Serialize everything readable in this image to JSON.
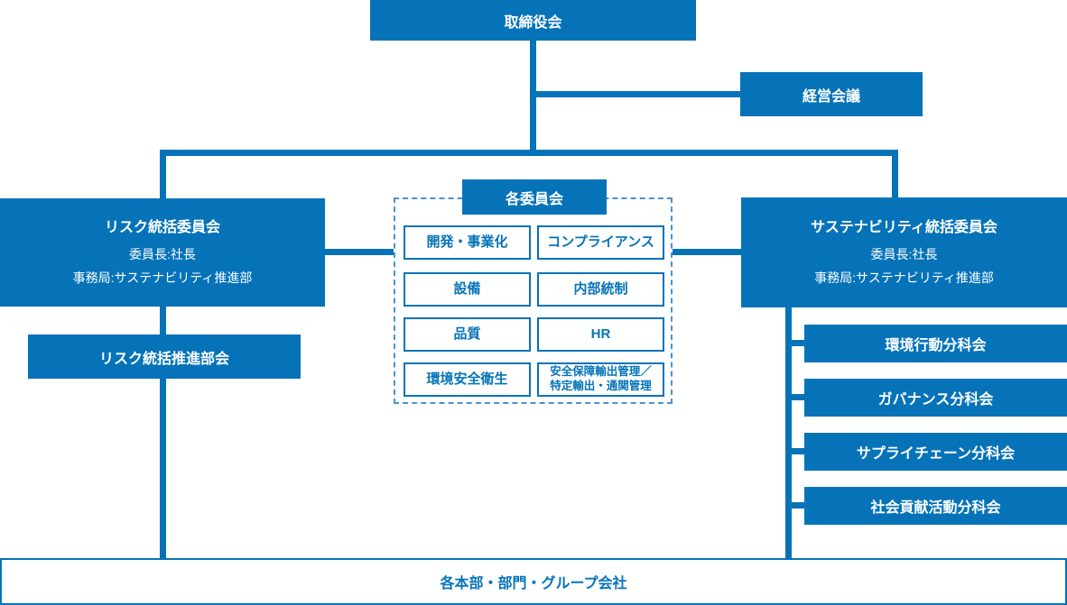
{
  "colors": {
    "primary_blue": "#0673b9",
    "dashed_border_blue": "#4a92d2",
    "box_text_blue": "#0673b9",
    "white": "#ffffff"
  },
  "board": {
    "label": "取締役会"
  },
  "management_meeting": {
    "label": "経営会議"
  },
  "risk_committee": {
    "title": "リスク統括委員会",
    "chair": "委員長:社長",
    "secretariat": "事務局:サステナビリティ推進部"
  },
  "risk_promotion": {
    "label": "リスク統括推進部会"
  },
  "committees": {
    "header": "各委員会",
    "items": [
      {
        "label": "開発・事業化"
      },
      {
        "label": "コンプライアンス"
      },
      {
        "label": "設備"
      },
      {
        "label": "内部統制"
      },
      {
        "label": "品質"
      },
      {
        "label": "HR"
      },
      {
        "label": "環境安全衛生"
      },
      {
        "label": "安全保障輸出管理／\n特定輸出・通関管理"
      }
    ]
  },
  "sustainability_committee": {
    "title": "サステナビリティ統括委員会",
    "chair": "委員長:社長",
    "secretariat": "事務局:サステナビリティ推進部"
  },
  "subcommittees": [
    {
      "label": "環境行動分科会"
    },
    {
      "label": "ガバナンス分科会"
    },
    {
      "label": "サプライチェーン分科会"
    },
    {
      "label": "社会貢献活動分科会"
    }
  ],
  "bottom_bar": {
    "label": "各本部・部門・グループ会社"
  }
}
